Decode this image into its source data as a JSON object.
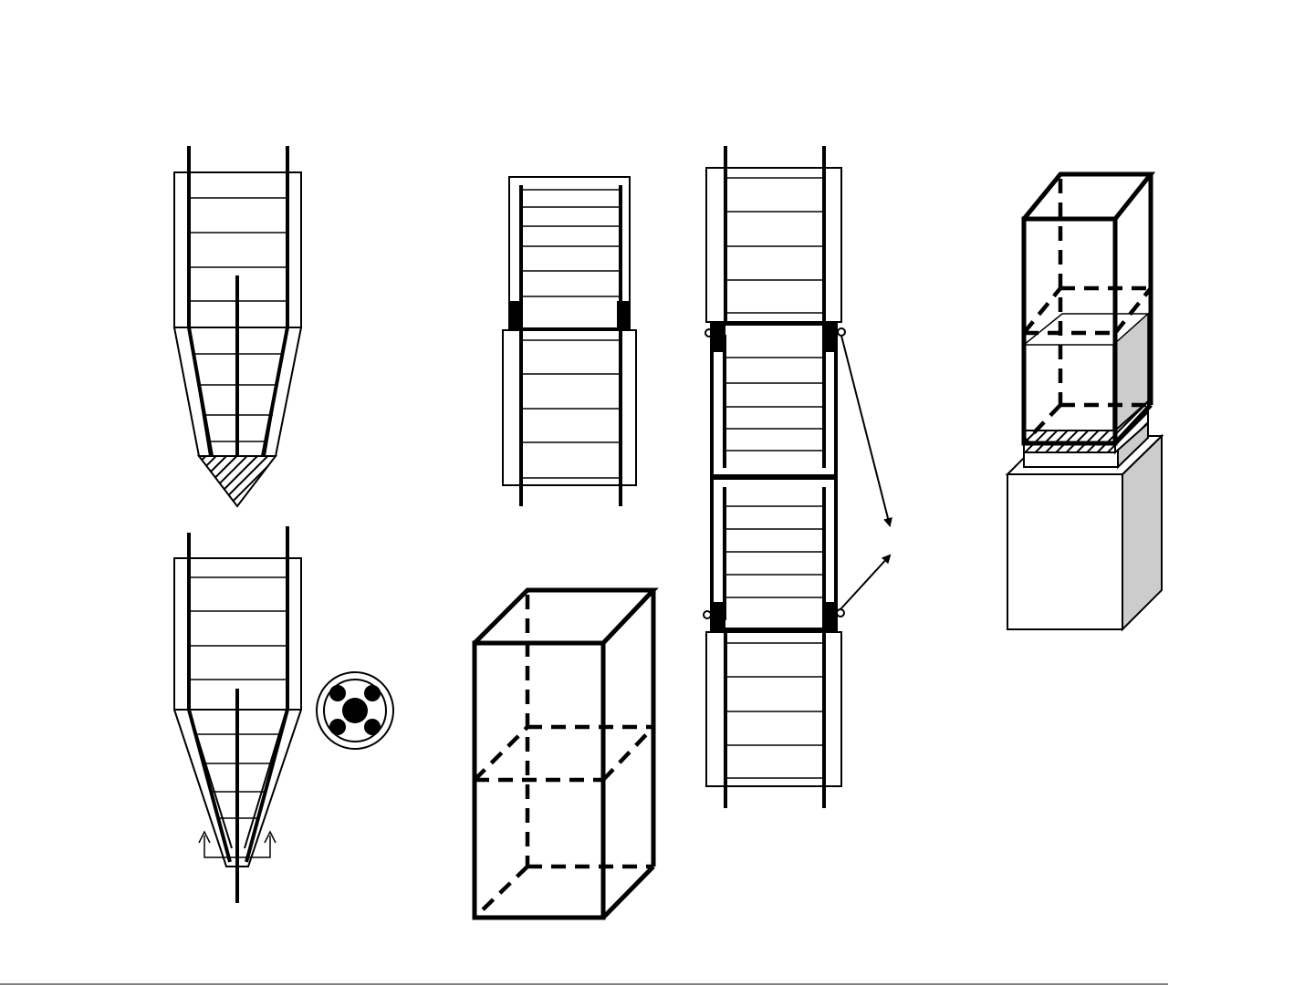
{
  "colors": {
    "line": "#000000",
    "background": "#ffffff",
    "shade": "#cccccc"
  },
  "figures": [
    {
      "id": "tapered-cage-closed-tip"
    },
    {
      "id": "tapered-cage-open-tip"
    },
    {
      "id": "cross-section-circle"
    },
    {
      "id": "overlapping-cage-sections"
    },
    {
      "id": "dashed-box"
    },
    {
      "id": "hinged-cage-assembly"
    },
    {
      "id": "box-on-base-block"
    }
  ]
}
